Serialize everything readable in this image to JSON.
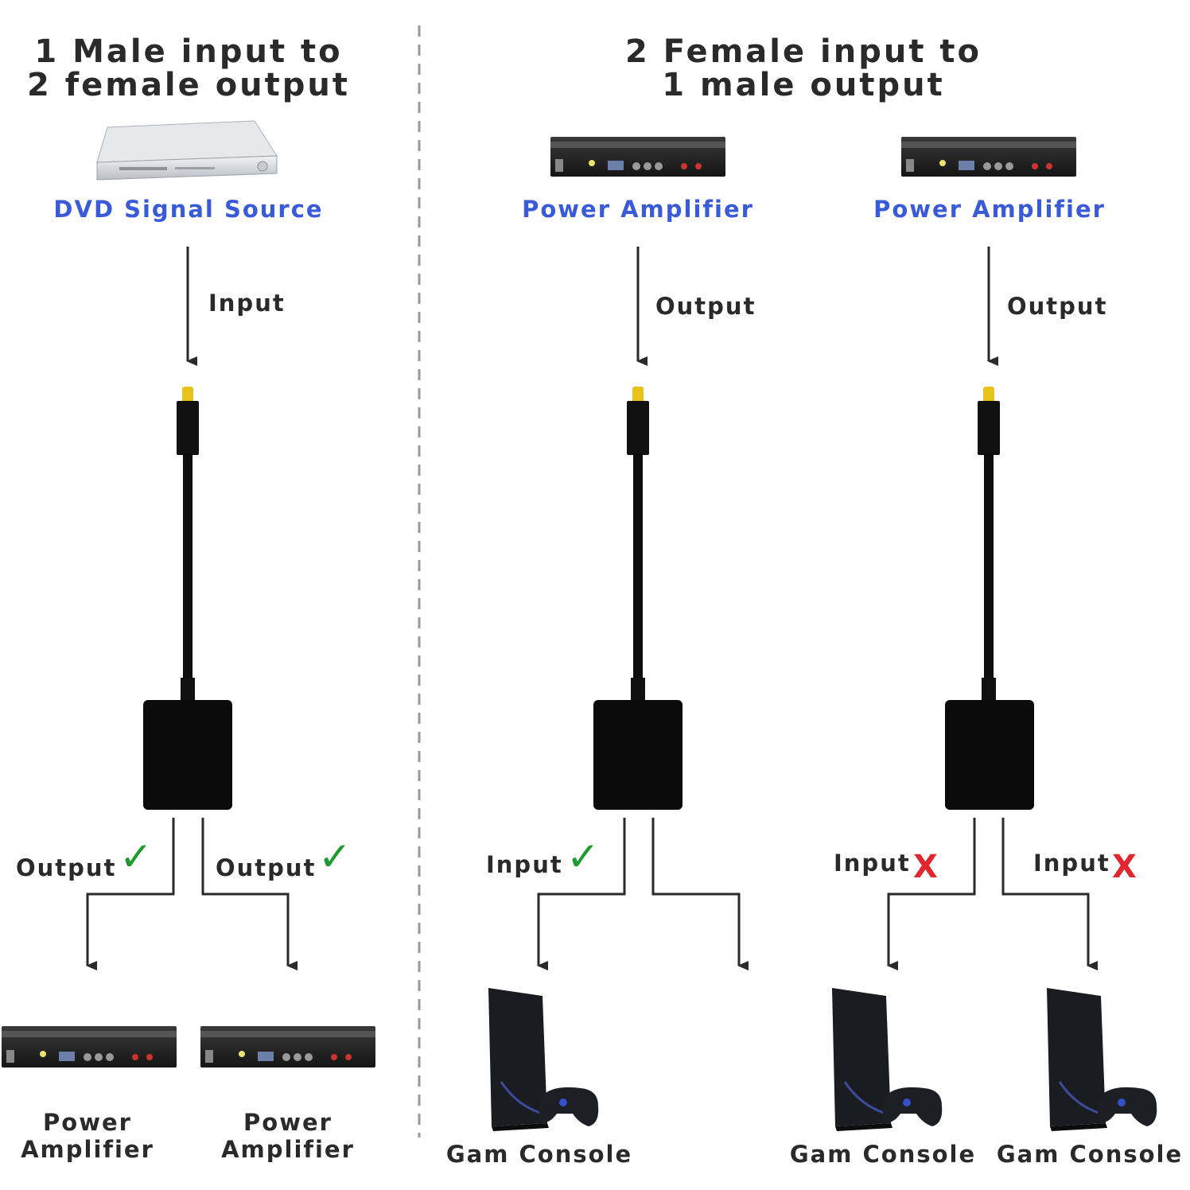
{
  "left_panel": {
    "title_line1": "1 Male input to",
    "title_line2": "2 female output",
    "source_label": "DVD Signal Source",
    "input_label": "Input",
    "output_label_1": "Output",
    "output_label_2": "Output",
    "dest_label_1_line1": "Power",
    "dest_label_1_line2": "Amplifier",
    "dest_label_2_line1": "Power",
    "dest_label_2_line2": "Amplifier"
  },
  "right_panel": {
    "title_line1": "2 Female input to",
    "title_line2": "1 male output",
    "source_label_1": "Power Amplifier",
    "source_label_2": "Power Amplifier",
    "output_label_1": "Output",
    "output_label_2": "Output",
    "input_label_1": "Input",
    "input_label_2": "Input",
    "input_label_3": "Input",
    "console_label_1": "Gam Console",
    "console_label_2": "Gam Console",
    "console_label_3": "Gam Console"
  },
  "colors": {
    "title": "#2a2a2a",
    "blue_label": "#3a5bd9",
    "check": "#1e9a2e",
    "cross": "#e0262e"
  },
  "icons": {
    "check": "✓",
    "cross": "X"
  }
}
